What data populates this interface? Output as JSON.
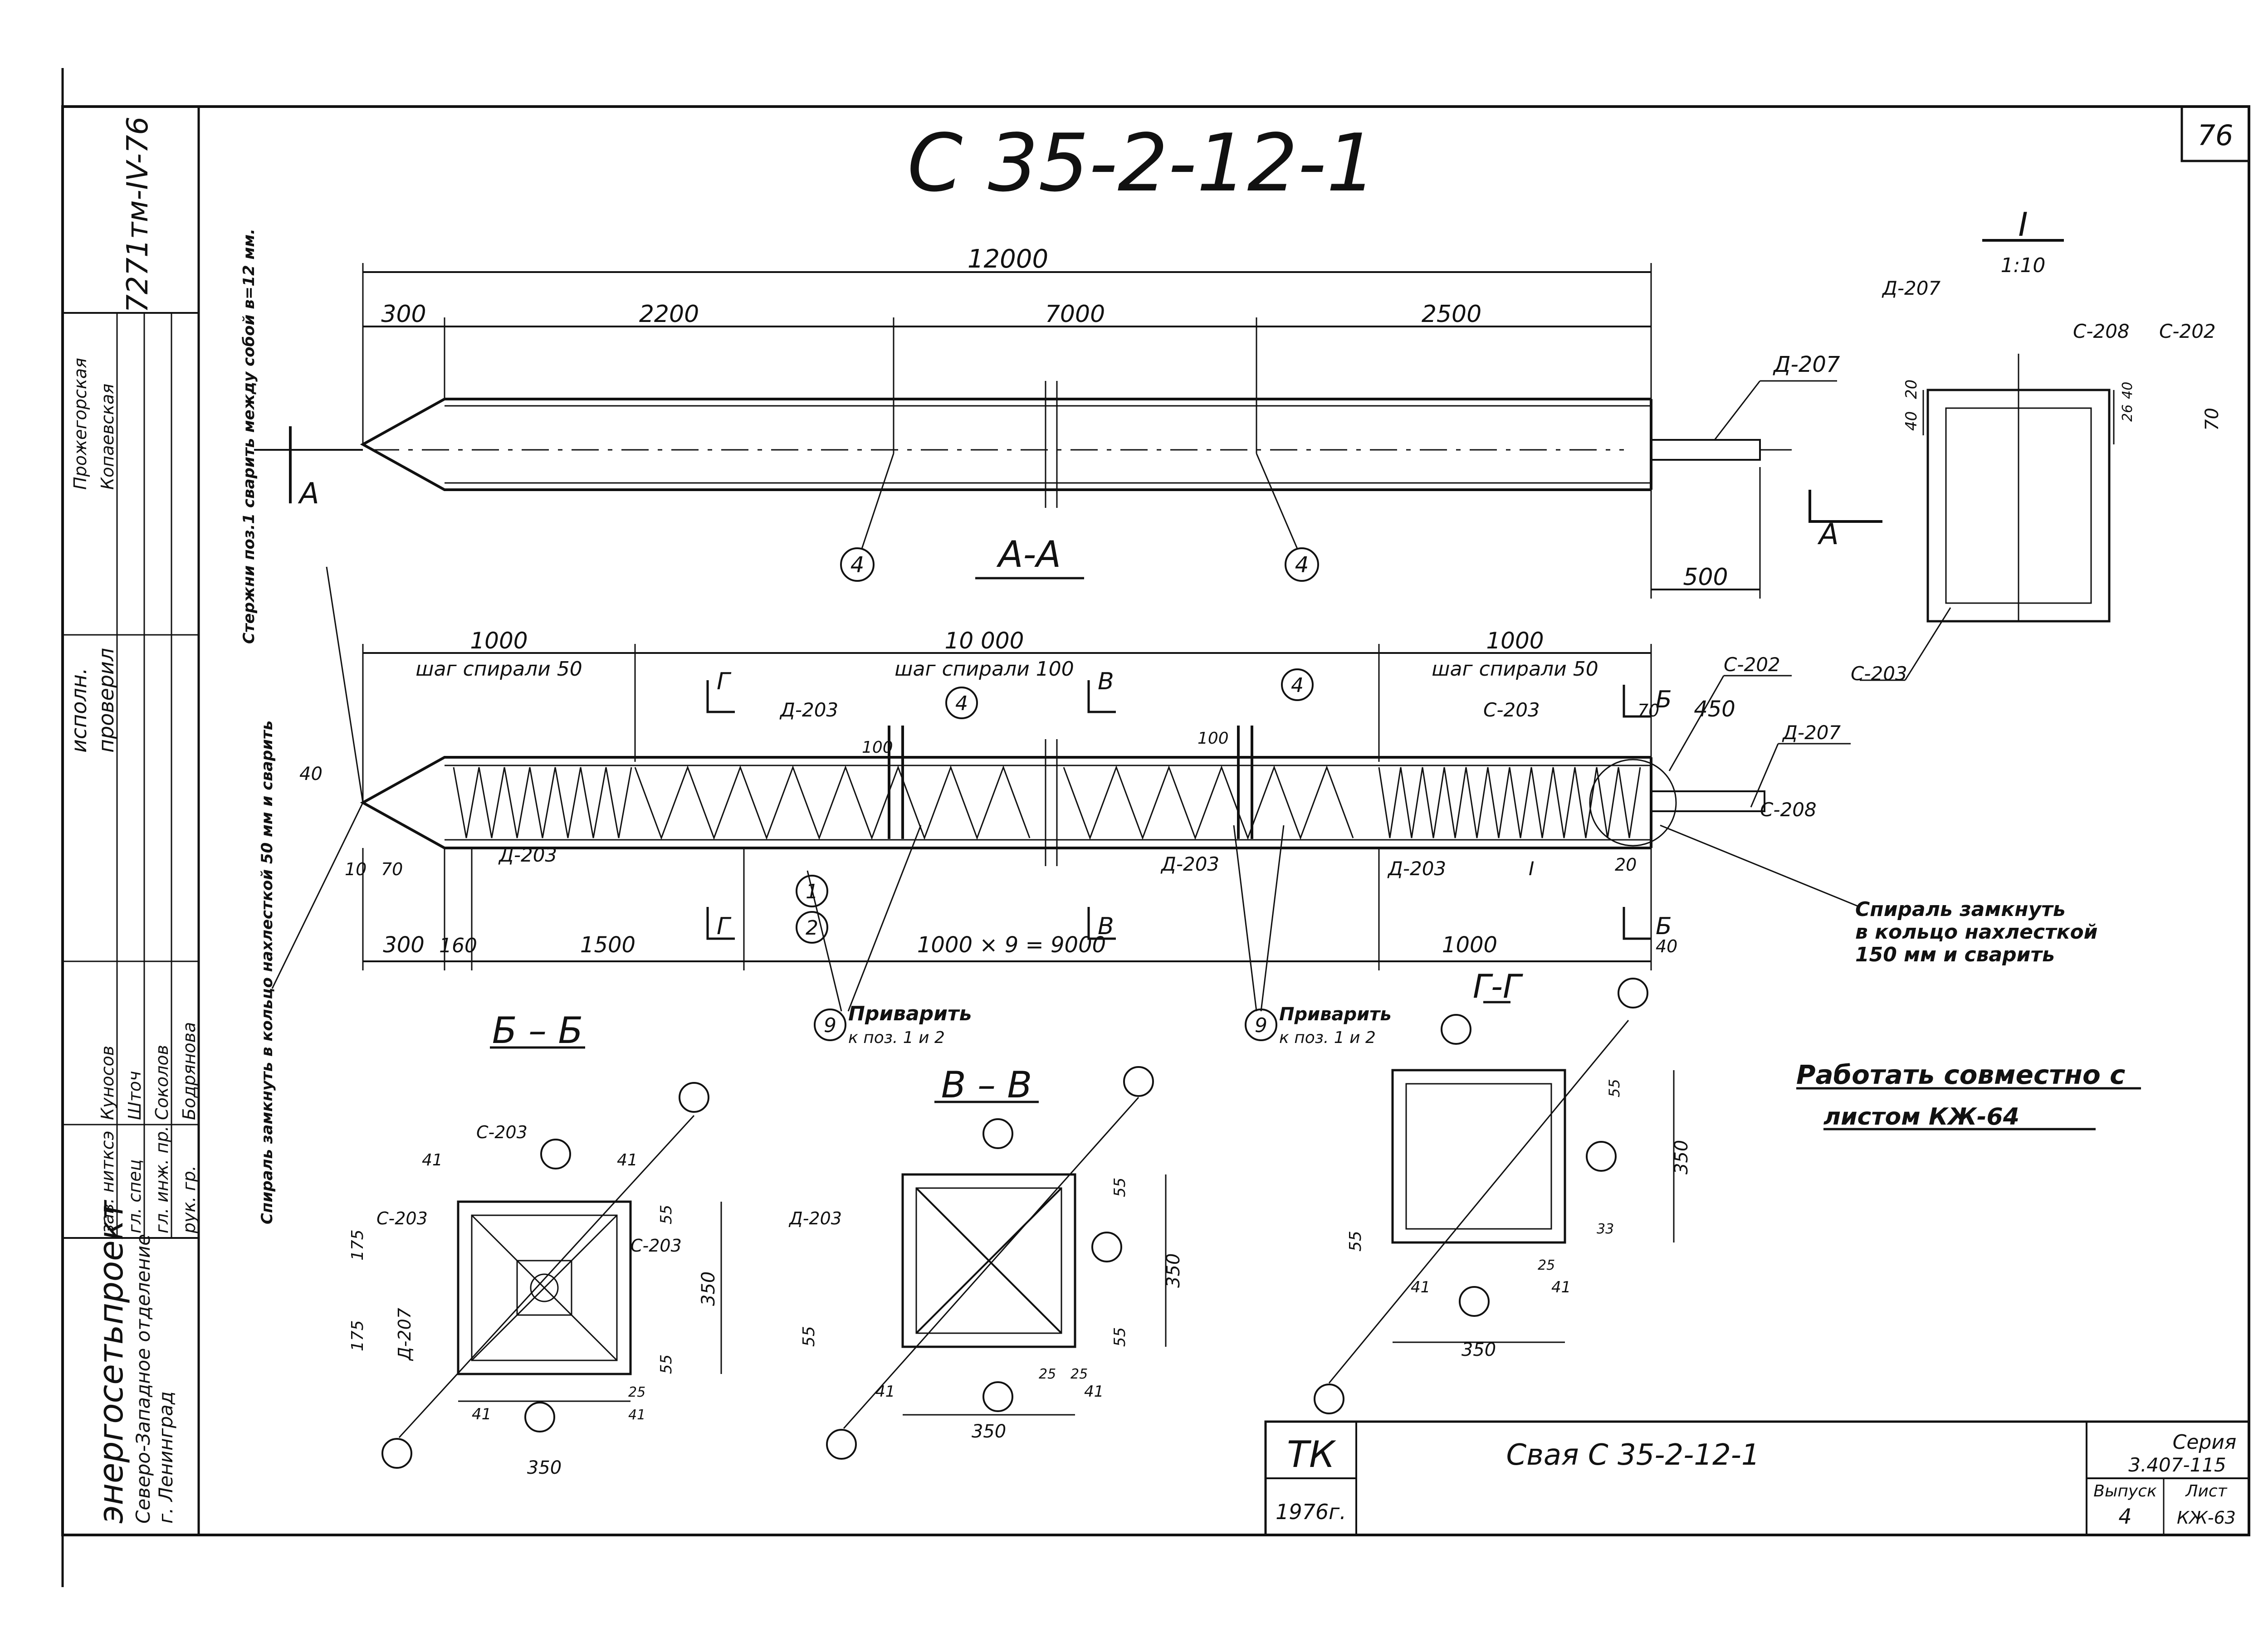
{
  "sheet_number": "76",
  "title": "С 35-2-12-1",
  "side_stamp": {
    "drawing_code": "7271тм-IV-76",
    "org_name": "энергосетьпроект",
    "org_branch": "Северо-Западное отделение",
    "org_city": "г. Ленинград",
    "roles": [
      {
        "role": "зав. нитксэ",
        "name": "Куносов"
      },
      {
        "role": "гл. спец",
        "name": "Шточ"
      },
      {
        "role": "гл. инж. пр.",
        "name": "Соколов"
      },
      {
        "role": "рук. гр.",
        "name": "Бодрянова"
      },
      {
        "role": "исполн.",
        "name": ""
      },
      {
        "role": "проверил",
        "name": "Копаевская"
      },
      {
        "role": "",
        "name": "Прожегорская"
      }
    ]
  },
  "top_view": {
    "section_label": "А-А",
    "cut_label": "А",
    "dims": {
      "total": "12000",
      "tip": "300",
      "seg1": "2200",
      "seg2": "7000",
      "seg3": "2500",
      "anchor": "500"
    },
    "tags": {
      "anchor_label": "Д-207",
      "rebar_pos": "4"
    }
  },
  "side_view": {
    "dims": {
      "zone1": "1000",
      "zone1_note": "шаг спирали 50",
      "zone2": "10 000",
      "zone2_note": "шаг спирали 100",
      "zone3": "1000",
      "zone3_note": "шаг спирали 50",
      "offset40": "40",
      "ten": "10",
      "seventy": "70",
      "b300": "300",
      "b160": "160",
      "b1500": "1500",
      "b_repeat": "1000 × 9 = 9000",
      "b1000": "1000",
      "h100a": "100",
      "h100b": "100",
      "d450": "450",
      "d70": "70",
      "d20": "20",
      "d40": "40"
    },
    "tags": {
      "d203": "Д-203",
      "c203": "С-203",
      "c202": "С-202",
      "c208": "С-208",
      "d207": "Д-207",
      "pos1": "1",
      "pos2": "2",
      "pos4": "4",
      "pos9": "9",
      "detail": "I",
      "cut_b": "Б",
      "cut_v": "В",
      "cut_g": "Г"
    },
    "note_weld_label": "Приварить",
    "note_weld_target": "к поз. 1 и 2",
    "note_rods": "Стержни поз.1 сварить между собой в=12 мм.",
    "note_spiral_left": "Спираль замкнуть в кольцо нахлесткой 50 мм и сварить",
    "note_spiral_right_1": "Спираль замкнуть",
    "note_spiral_right_2": "в кольцо нахлесткой",
    "note_spiral_right_3": "150 мм и сварить"
  },
  "detail_i": {
    "label": "I",
    "scale": "1:10",
    "tags": [
      "Д-207",
      "С-208",
      "С-202",
      "С-203"
    ],
    "dims": [
      "40",
      "20",
      "26",
      "40",
      "70"
    ]
  },
  "sections": [
    {
      "label": "Б – Б",
      "tags": [
        "С-203",
        "С-203",
        "С-203",
        "Д-207"
      ],
      "dims": [
        "41",
        "41",
        "175",
        "175",
        "55",
        "55",
        "350",
        "41",
        "25",
        "41",
        "350"
      ]
    },
    {
      "label": "В – В",
      "tags": [
        "Д-203"
      ],
      "dims": [
        "55",
        "55",
        "350",
        "55",
        "41",
        "25",
        "25",
        "41",
        "350"
      ]
    },
    {
      "label": "Г-Г",
      "tags": [],
      "dims": [
        "55",
        "55",
        "350",
        "41",
        "25",
        "33",
        "41",
        "350"
      ]
    }
  ],
  "joint_note_line1": "Работать совместно с",
  "joint_note_line2": "листом КЖ-64",
  "title_block": {
    "mark": "ТК",
    "year": "1976г.",
    "name": "Свая С 35-2-12-1",
    "series_label": "Серия",
    "series_value": "3.407-115",
    "issue_label": "Выпуск",
    "issue_value": "4",
    "sheet_label": "Лист",
    "sheet_value": "КЖ-63"
  }
}
